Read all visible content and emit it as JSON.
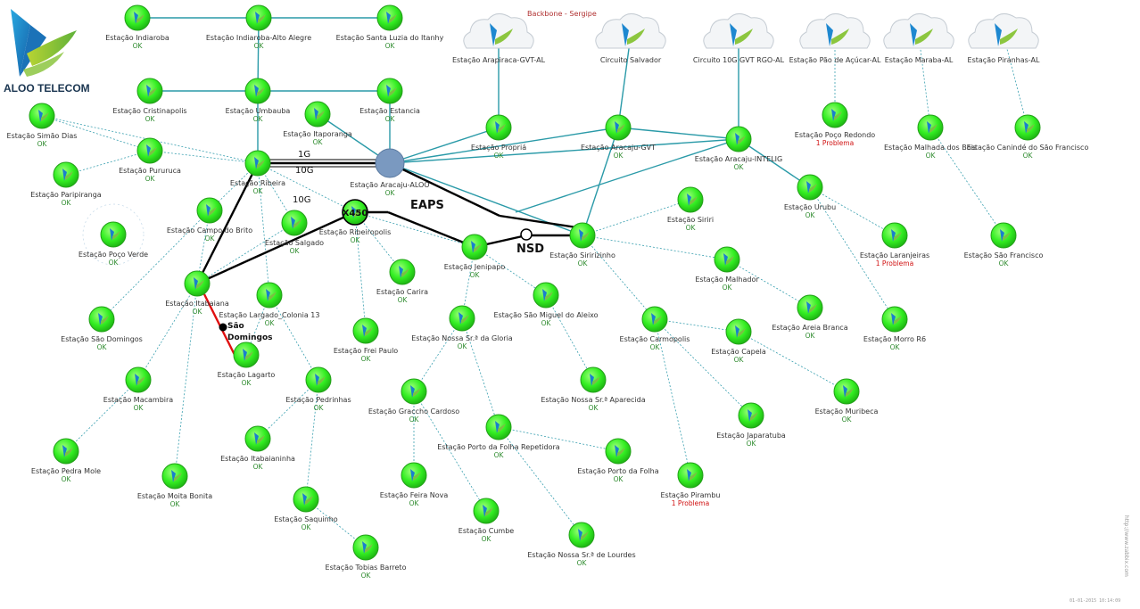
{
  "header": {
    "company": "ALOO TELECOM",
    "map_title": "Backbone - Sergipe",
    "watermark": "http://www.zabbix.com",
    "timestamp": "01-01-2015 10:14:09"
  },
  "colors": {
    "node_fill": "#33ee22",
    "node_stroke": "#22a018",
    "link_teal": "#2a9aa8",
    "link_dashed": "#3aa0b0",
    "link_black": "#000000",
    "link_red": "#e01010",
    "ok_text": "#2e8b2e",
    "problem_text": "#d01010",
    "hub_fill": "#7a99c0",
    "cloud_fill": "#f3f5f7"
  },
  "nodes": [
    {
      "id": "indiaroba",
      "label": "Estação Indiaroba",
      "status": "OK"
    },
    {
      "id": "indiaroba_alto",
      "label": "Estação Indiaroba-Alto Alegre",
      "status": "OK"
    },
    {
      "id": "santa_luzia",
      "label": "Estação Santa Luzia do Itanhy",
      "status": "OK"
    },
    {
      "id": "cristinapolis",
      "label": "Estação Cristinapolis",
      "status": "OK"
    },
    {
      "id": "umbauba",
      "label": "Estação Umbauba",
      "status": "OK"
    },
    {
      "id": "estancia",
      "label": "Estação Estancia",
      "status": "OK"
    },
    {
      "id": "simao_dias",
      "label": "Estação Simão Dias",
      "status": "OK"
    },
    {
      "id": "itaporanga",
      "label": "Estação Itaporanga",
      "status": "OK"
    },
    {
      "id": "pururuca",
      "label": "Estação Pururuca",
      "status": "OK"
    },
    {
      "id": "ribeira",
      "label": "Estação Ribeira",
      "status": "OK"
    },
    {
      "id": "paripiranga",
      "label": "Estação Paripiranga",
      "status": "OK"
    },
    {
      "id": "campo_brito",
      "label": "Estação Campo do Brito",
      "status": "OK"
    },
    {
      "id": "salgado",
      "label": "Estação Salgado",
      "status": "OK"
    },
    {
      "id": "poco_verde",
      "label": "Estação Poço Verde",
      "status": "OK"
    },
    {
      "id": "itabaiana",
      "label": "Estação Itabaiana",
      "status": "OK"
    },
    {
      "id": "largado_colonia",
      "label": "Estação Largado_Colonia 13",
      "status": "OK"
    },
    {
      "id": "sao_domingos",
      "label": "Estação São Domingos",
      "status": "OK"
    },
    {
      "id": "lagarto",
      "label": "Estação Lagarto",
      "status": "OK"
    },
    {
      "id": "macambira",
      "label": "Estação Macambira",
      "status": "OK"
    },
    {
      "id": "pedrinhas",
      "label": "Estação Pedrinhas",
      "status": "OK"
    },
    {
      "id": "itabaianinha",
      "label": "Estação Itabaianinha",
      "status": "OK"
    },
    {
      "id": "pedra_mole",
      "label": "Estação Pedra Mole",
      "status": "OK"
    },
    {
      "id": "moita_bonita",
      "label": "Estação Moita Bonita",
      "status": "OK"
    },
    {
      "id": "saquinho",
      "label": "Estação Saquinho",
      "status": "OK"
    },
    {
      "id": "tobias_barreto",
      "label": "Estação Tobias Barreto",
      "status": "OK"
    },
    {
      "id": "ribeiropolis",
      "label": "Estação Ribeiropolis",
      "status": "OK",
      "badge": "X450"
    },
    {
      "id": "carira",
      "label": "Estação Carira",
      "status": "OK"
    },
    {
      "id": "frei_paulo",
      "label": "Estação Frei Paulo",
      "status": "OK"
    },
    {
      "id": "jenipapo",
      "label": "Estação Jenipapo",
      "status": "OK"
    },
    {
      "id": "sao_miguel",
      "label": "Estação São Miguel do Aleixo",
      "status": "OK"
    },
    {
      "id": "nossa_gloria",
      "label": "Estação Nossa Sr.ª da Gloria",
      "status": "OK"
    },
    {
      "id": "nossa_aparecida",
      "label": "Estação Nossa Sr.ª Aparecida",
      "status": "OK"
    },
    {
      "id": "graccho_cardoso",
      "label": "Estação Graccho Cardoso",
      "status": "OK"
    },
    {
      "id": "porto_folha_rep",
      "label": "Estação Porto da Folha Repetidora",
      "status": "OK"
    },
    {
      "id": "feira_nova",
      "label": "Estação Feira Nova",
      "status": "OK"
    },
    {
      "id": "porto_folha",
      "label": "Estação Porto da Folha",
      "status": "OK"
    },
    {
      "id": "cumbe",
      "label": "Estação Cumbe",
      "status": "OK"
    },
    {
      "id": "nossa_lourdes",
      "label": "Estação Nossa Sr.ª de Lourdes",
      "status": "OK"
    },
    {
      "id": "propria",
      "label": "Estação Propriá",
      "status": "OK"
    },
    {
      "id": "aracaju_gvt",
      "label": "Estação Aracaju-GVT",
      "status": "OK"
    },
    {
      "id": "aracaju_intelig",
      "label": "Estação Aracaju-INTELIG",
      "status": "OK"
    },
    {
      "id": "siririzinho",
      "label": "Estação Siririzinho",
      "status": "OK"
    },
    {
      "id": "siriri",
      "label": "Estação Siriri",
      "status": "OK"
    },
    {
      "id": "malhador",
      "label": "Estação Malhador",
      "status": "OK"
    },
    {
      "id": "carmopolis",
      "label": "Estação Carmopolis",
      "status": "OK"
    },
    {
      "id": "capela",
      "label": "Estação Capela",
      "status": "OK"
    },
    {
      "id": "areia_branca",
      "label": "Estação Areia Branca",
      "status": "OK"
    },
    {
      "id": "japaratuba",
      "label": "Estação Japaratuba",
      "status": "OK"
    },
    {
      "id": "muribeca",
      "label": "Estação Muribeca",
      "status": "OK"
    },
    {
      "id": "pirambu",
      "label": "Estação Pirambu",
      "status": "1 Problema"
    },
    {
      "id": "urubu",
      "label": "Estação Urubu",
      "status": "OK"
    },
    {
      "id": "laranjeiras",
      "label": "Estação Laranjeiras",
      "status": "1 Problema"
    },
    {
      "id": "morro_r6",
      "label": "Estação Morro R6",
      "status": "OK"
    },
    {
      "id": "poco_redondo",
      "label": "Estação Poço Redondo",
      "status": "1 Problema"
    },
    {
      "id": "malhada_bois",
      "label": "Estação Malhada dos Bois",
      "status": "OK"
    },
    {
      "id": "caninde",
      "label": "Estação Canindé do São Francisco",
      "status": "OK"
    },
    {
      "id": "sao_francisco",
      "label": "Estação São Francisco",
      "status": "OK"
    }
  ],
  "hub": {
    "id": "aracaju_aloo",
    "label": "Estação Aracaju-ALOO",
    "status": "OK"
  },
  "clouds": [
    {
      "id": "c_arapiraca",
      "label": "Estação Arapiraca-GVT-AL"
    },
    {
      "id": "c_salvador",
      "label": "Circuito Salvador"
    },
    {
      "id": "c_10g",
      "label": "Circuito 10G GVT RGO-AL"
    },
    {
      "id": "c_pao_acucar",
      "label": "Estação Pão de Açúcar-AL"
    },
    {
      "id": "c_maraba",
      "label": "Estação Maraba-AL"
    },
    {
      "id": "c_piranhas",
      "label": "Estação Piranhas-AL"
    }
  ],
  "link_labels": {
    "l1g": "1G",
    "l10g_a": "10G",
    "l10g_b": "10G",
    "eaps": "EAPS",
    "nsd": "NSD",
    "sao_domingos_1": "São",
    "sao_domingos_2": "Domingos"
  }
}
